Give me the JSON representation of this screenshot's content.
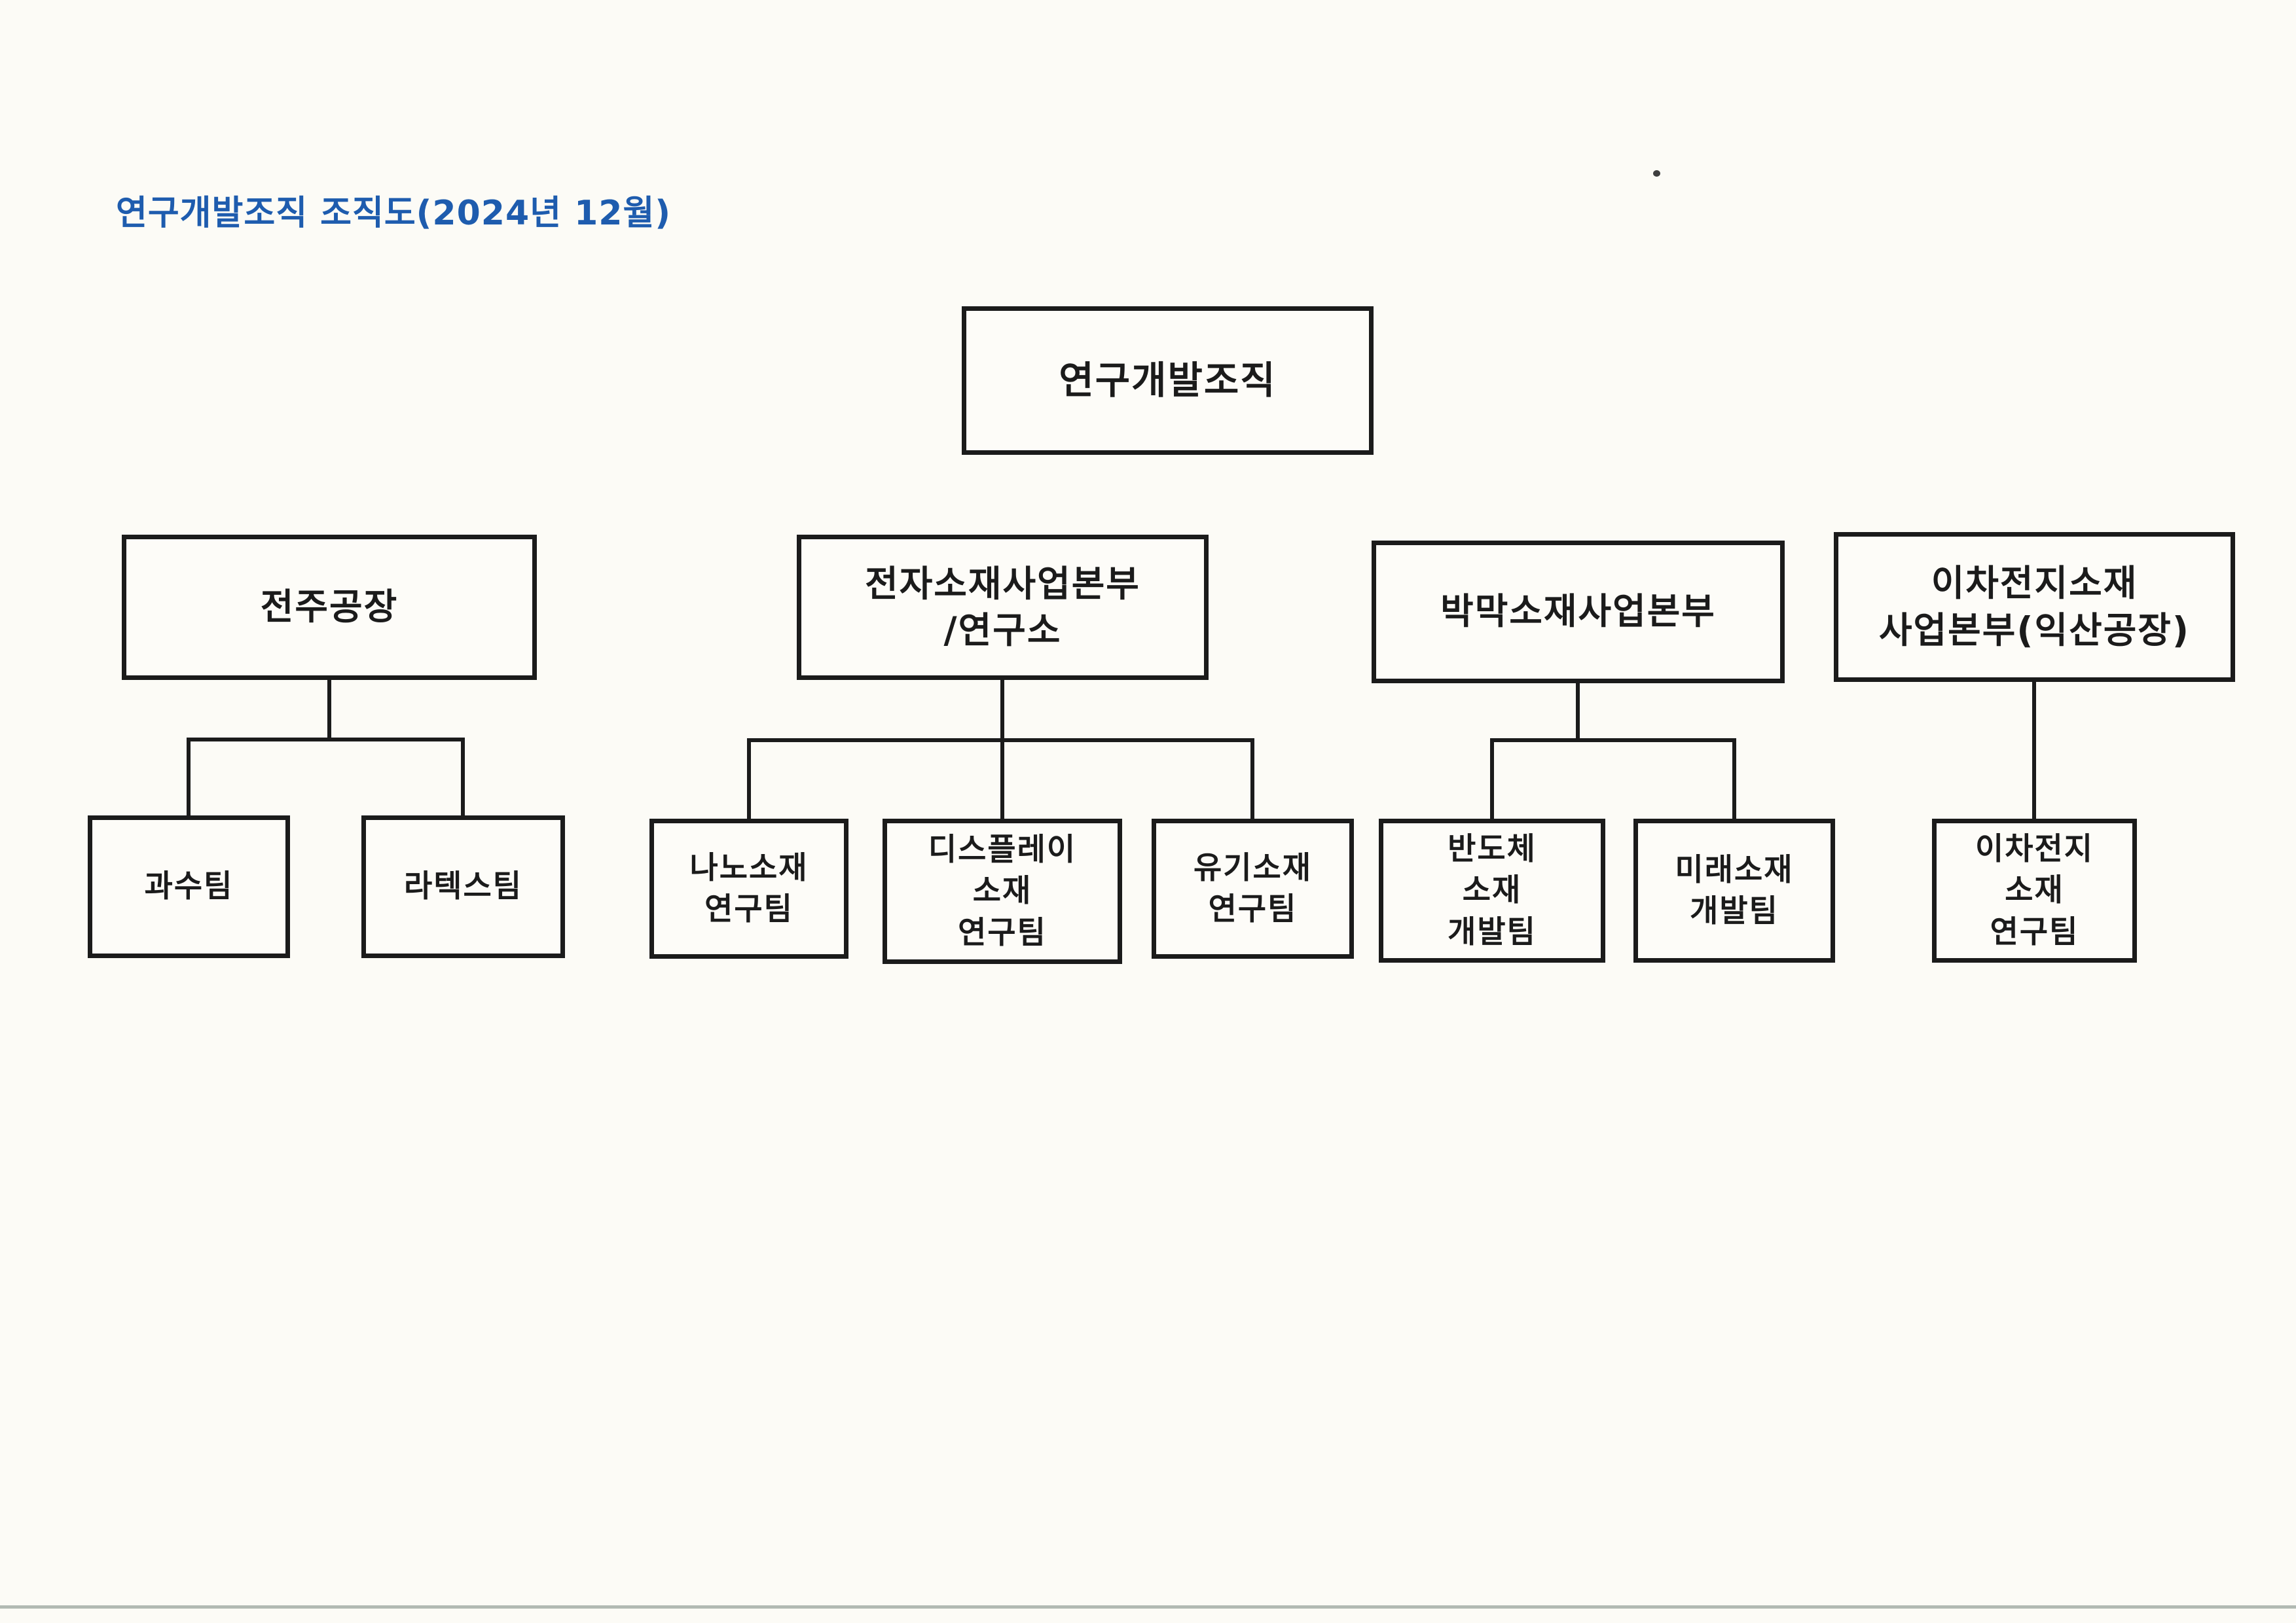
{
  "document": {
    "title": "연구개발조직 조직도(2024년 12월)",
    "title_color": "#1e5cae",
    "line_color": "#1b1b1b",
    "paper_color": "#fcfbf6"
  },
  "org": {
    "root": {
      "label": "연구개발조직"
    },
    "divisions": [
      {
        "label": "전주공장"
      },
      {
        "label": "전자소재사업본부\n/연구소"
      },
      {
        "label": "박막소재사업본부"
      },
      {
        "label": "이차전지소재\n사업본부(익산공장)"
      }
    ],
    "teams": [
      {
        "label": "과수팀",
        "parent": "전주공장"
      },
      {
        "label": "라텍스팀",
        "parent": "전주공장"
      },
      {
        "label": "나노소재\n연구팀",
        "parent": "전자소재사업본부/연구소"
      },
      {
        "label": "디스플레이\n소재\n연구팀",
        "parent": "전자소재사업본부/연구소"
      },
      {
        "label": "유기소재\n연구팀",
        "parent": "전자소재사업본부/연구소"
      },
      {
        "label": "반도체\n소재\n개발팀",
        "parent": "박막소재사업본부"
      },
      {
        "label": "미래소재\n개발팀",
        "parent": "박막소재사업본부"
      },
      {
        "label": "이차전지\n소재\n연구팀",
        "parent": "이차전지소재 사업본부(익산공장)"
      }
    ]
  }
}
